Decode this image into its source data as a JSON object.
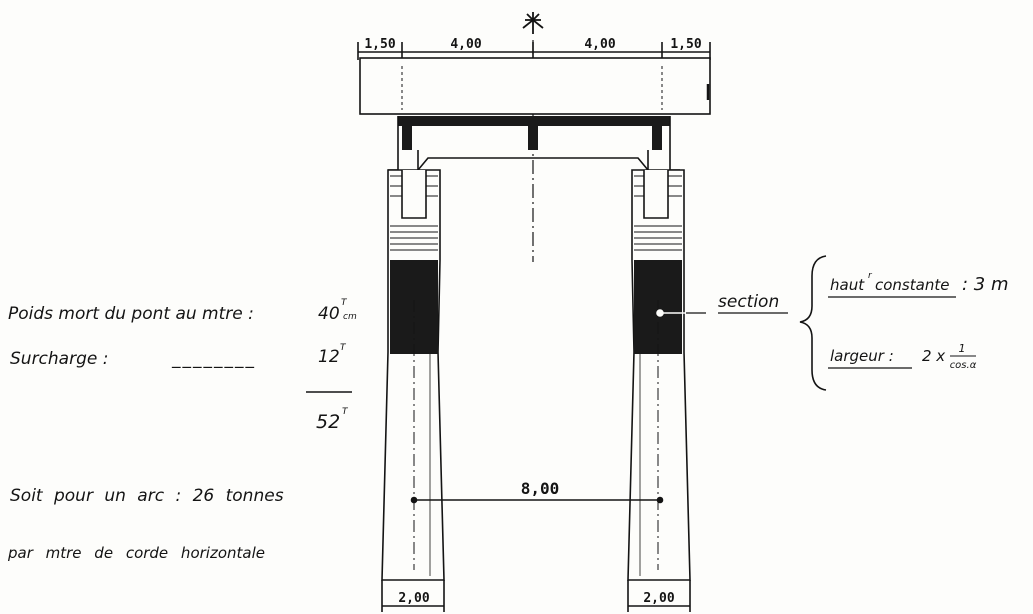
{
  "colors": {
    "ink": "#141414",
    "paper": "#fdfdfb",
    "fill_dark": "#1a1a1a"
  },
  "dimensions": {
    "cantilever_left": "1,50",
    "half_left": "4,00",
    "half_right": "4,00",
    "cantilever_right": "1,50",
    "arch_spacing": "8,00",
    "base_left": "2,00",
    "base_right": "2,00"
  },
  "symbol": {
    "axis_mark_icon": "axis-symbol-icon"
  },
  "loads": {
    "dead_load_label": "Poids mort du pont au mtre :",
    "dead_load_value": "40",
    "dead_load_unit_sup": "T",
    "dead_load_unit_sub": "cm",
    "surcharge_label": "Surcharge :",
    "surcharge_dashes": "________",
    "surcharge_value": "12",
    "surcharge_unit": "T",
    "total_value": "52",
    "total_unit": "T",
    "per_arc_line1": "Soit pour un arc : 26 tonnes",
    "per_arc_line2": "par mtre de corde horizontale"
  },
  "section": {
    "label": "section",
    "height_label": "haut",
    "height_label_sup": "r",
    "height_label_rest": "constante",
    "height_value": ": 3 m",
    "width_label": "largeur :",
    "width_value": "2 x",
    "fraction_num": "1",
    "fraction_den": "cos.α"
  }
}
